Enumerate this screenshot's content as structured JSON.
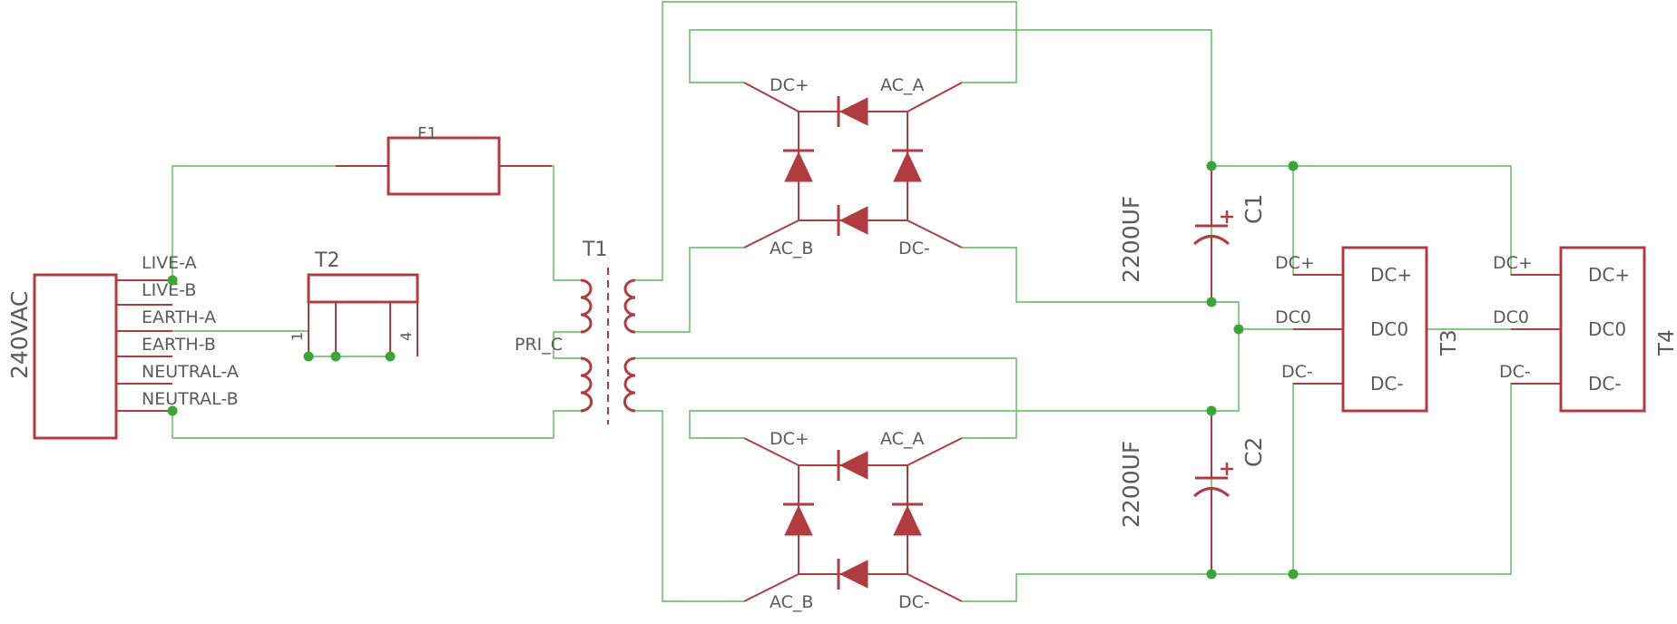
{
  "colors": {
    "wire": "#5cb85c",
    "part": "#b03c40",
    "junction": "#3aa63a",
    "label": "#5a5a5a",
    "background": "#ffffff"
  },
  "source": {
    "name": "240VAC",
    "pins": [
      "LIVE-A",
      "LIVE-B",
      "EARTH-A",
      "EARTH-B",
      "NEUTRAL-A",
      "NEUTRAL-B"
    ]
  },
  "fuse": {
    "name": "F1"
  },
  "terminal": {
    "name": "T2",
    "pin_first": "1",
    "pin_last": "4"
  },
  "transformer": {
    "name": "T1",
    "tap_label": "PRI_C"
  },
  "bridge_top": {
    "dc_plus": "DC+",
    "ac_a": "AC_A",
    "ac_b": "AC_B",
    "dc_minus": "DC-"
  },
  "bridge_bottom": {
    "dc_plus": "DC+",
    "ac_a": "AC_A",
    "ac_b": "AC_B",
    "dc_minus": "DC-"
  },
  "cap1": {
    "name": "C1",
    "value": "2200UF"
  },
  "cap2": {
    "name": "C2",
    "value": "2200UF"
  },
  "conn3": {
    "name": "T3",
    "net_labels": [
      "DC+",
      "DC0",
      "DC-"
    ],
    "pin_labels": [
      "DC+",
      "DC0",
      "DC-"
    ]
  },
  "conn4": {
    "name": "T4",
    "net_labels": [
      "DC+",
      "DC0",
      "DC-"
    ],
    "pin_labels": [
      "DC+",
      "DC0",
      "DC-"
    ]
  }
}
